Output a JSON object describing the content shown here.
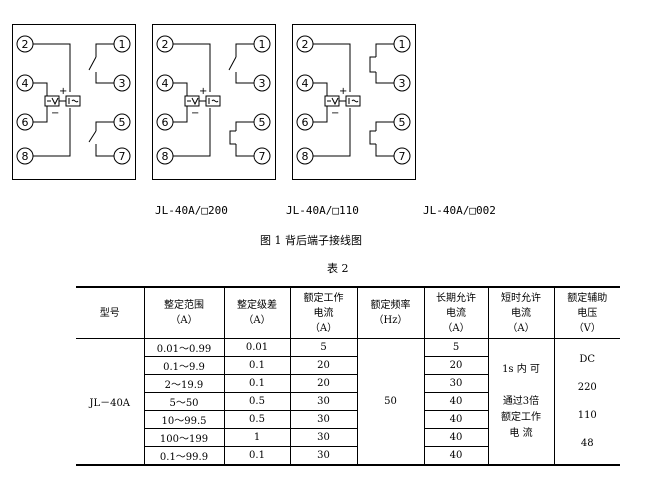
{
  "diagrams": [
    {
      "model": "JL-40A/□200",
      "terminals": {
        "t1": "1",
        "t2": "2",
        "t3": "3",
        "t4": "4",
        "t5": "5",
        "t6": "6",
        "t7": "7",
        "t8": "8"
      },
      "plus": "+",
      "minus": "−",
      "contact_top": "normally-open",
      "contact_bottom": "normally-open"
    },
    {
      "model": "JL-40A/□110",
      "terminals": {
        "t1": "1",
        "t2": "2",
        "t3": "3",
        "t4": "4",
        "t5": "5",
        "t6": "6",
        "t7": "7",
        "t8": "8"
      },
      "plus": "+",
      "minus": "−",
      "contact_top": "normally-open",
      "contact_bottom": "normally-closed"
    },
    {
      "model": "JL-40A/□002",
      "terminals": {
        "t1": "1",
        "t2": "2",
        "t3": "3",
        "t4": "4",
        "t5": "5",
        "t6": "6",
        "t7": "7",
        "t8": "8"
      },
      "plus": "+",
      "minus": "−",
      "contact_top": "normally-closed",
      "contact_bottom": "normally-closed"
    }
  ],
  "figure_caption": "图 1  背后端子接线图",
  "table_caption": "表  2",
  "table": {
    "headers": {
      "model": "型号",
      "range_l1": "整定范围",
      "range_l2": "（A）",
      "step_l1": "整定级差",
      "step_l2": "（A）",
      "rated_l1": "额定工作",
      "rated_l2": "电流",
      "rated_l3": "（A）",
      "freq_l1": "额定频率",
      "freq_l2": "（Hz）",
      "long_l1": "长期允许",
      "long_l2": "电流",
      "long_l3": "（A）",
      "short_l1": "短时允许",
      "short_l2": "电流",
      "short_l3": "（A）",
      "aux_l1": "额定辅助",
      "aux_l2": "电压",
      "aux_l3": "（V）"
    },
    "model_value": "JL－40A",
    "frequency_value": "50",
    "rows": [
      {
        "range": "0.01～0.99",
        "step": "0.01",
        "rated": "5",
        "long": "5"
      },
      {
        "range": "0.1～9.9",
        "step": "0.1",
        "rated": "20",
        "long": "20"
      },
      {
        "range": "2～19.9",
        "step": "0.1",
        "rated": "20",
        "long": "30"
      },
      {
        "range": "5～50",
        "step": "0.5",
        "rated": "30",
        "long": "40"
      },
      {
        "range": "10～99.5",
        "step": "0.5",
        "rated": "30",
        "long": "40"
      },
      {
        "range": "100～199",
        "step": "1",
        "rated": "30",
        "long": "40"
      },
      {
        "range": "0.1～99.9",
        "step": "0.1",
        "rated": "30",
        "long": "40"
      }
    ],
    "short_note": {
      "l1": "1s 内 可",
      "l2": "通过3倍",
      "l3": "额定工作",
      "l4": "电      流"
    },
    "aux_values": {
      "v1": "DC",
      "v2": "220",
      "v3": "110",
      "v4": "48"
    }
  }
}
